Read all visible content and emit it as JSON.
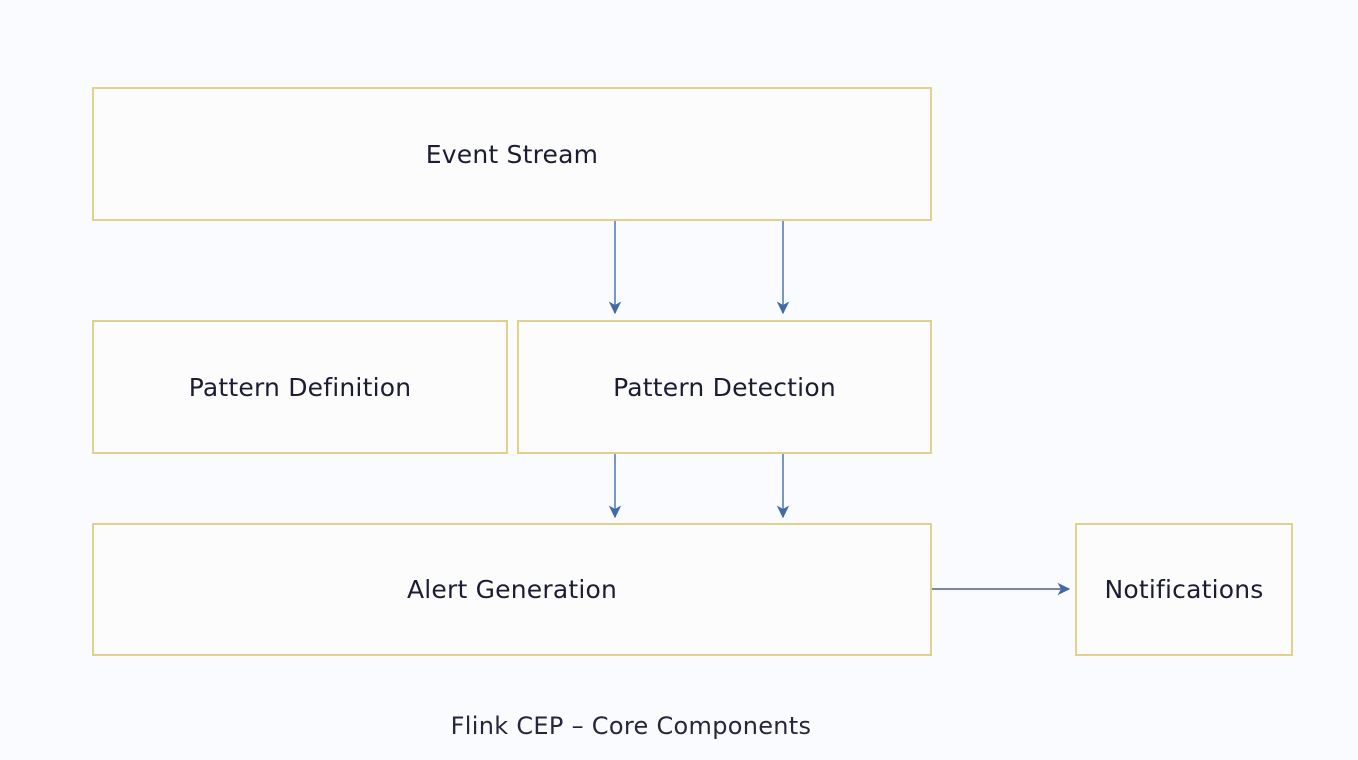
{
  "diagram": {
    "caption": "Flink CEP – Core Components",
    "background_color": "#fafbfe",
    "node_border_color": "#e0d28c",
    "node_fill_color": "#fcfcfd",
    "node_text_color": "#1c1c33",
    "edge_color": "#4a6fa5",
    "caption_text_color": "#29243f",
    "nodes": [
      {
        "id": "event-stream",
        "label": "Event Stream"
      },
      {
        "id": "pattern-definition",
        "label": "Pattern Definition"
      },
      {
        "id": "pattern-detection",
        "label": "Pattern Detection"
      },
      {
        "id": "alert-generation",
        "label": "Alert Generation"
      },
      {
        "id": "notifications",
        "label": "Notifications"
      }
    ],
    "edges": [
      {
        "from": "event-stream",
        "to": "pattern-detection",
        "direction": "down"
      },
      {
        "from": "event-stream",
        "to": "pattern-detection",
        "direction": "down"
      },
      {
        "from": "pattern-detection",
        "to": "alert-generation",
        "direction": "down"
      },
      {
        "from": "pattern-detection",
        "to": "alert-generation",
        "direction": "down"
      },
      {
        "from": "alert-generation",
        "to": "notifications",
        "direction": "right"
      }
    ]
  }
}
